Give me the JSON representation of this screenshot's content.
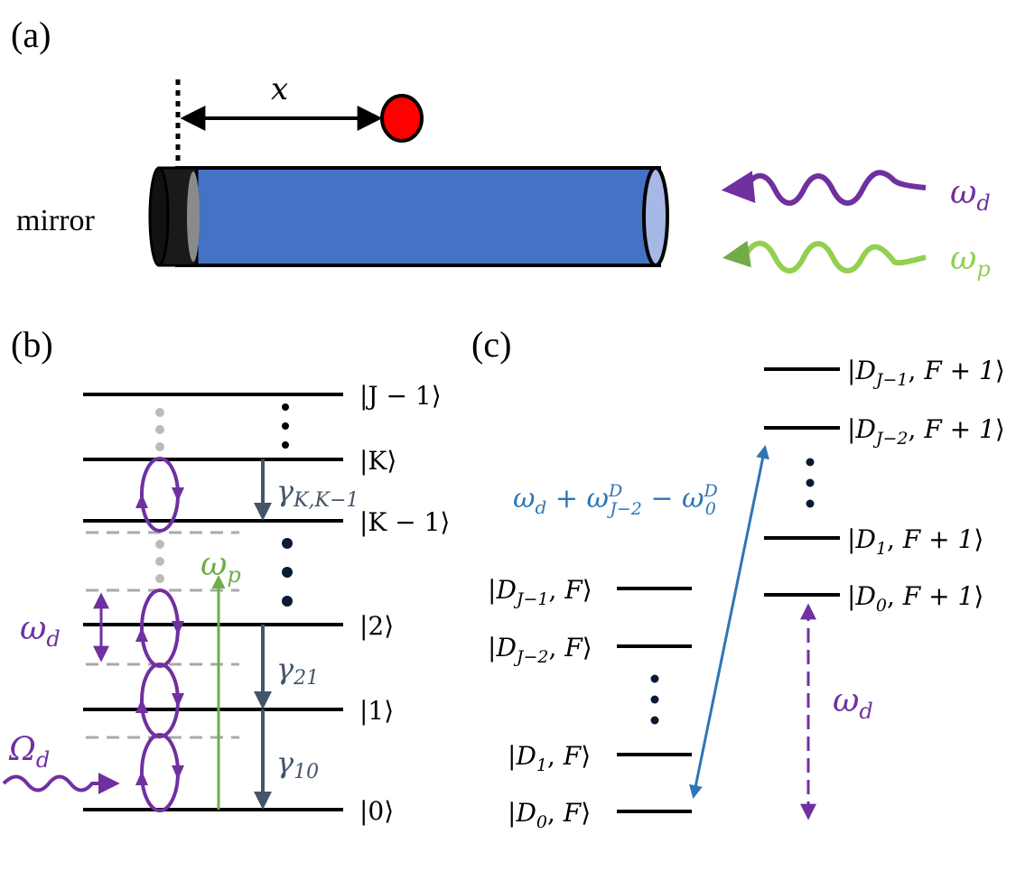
{
  "colors": {
    "fiber": "#4472c4",
    "fiber_end": "#a5b8e6",
    "mirror": "#1a1a1a",
    "atom": "#ff0000",
    "drive": "#7030a0",
    "probe": "#92d050",
    "probe_arrow": "#70ad47",
    "decay": "#44546a",
    "dashed": "#aaaaaa",
    "transition_c": "#2e75b6",
    "text_c_blue": "#2e75b6"
  },
  "panel_a": {
    "label": "(a)",
    "mirror_label": "mirror",
    "distance_label": "x",
    "drive_label": "ω",
    "drive_sub": "d",
    "probe_label": "ω",
    "probe_sub": "p"
  },
  "panel_b": {
    "label": "(b)",
    "levels": [
      "|J − 1⟩",
      "|K⟩",
      "|K − 1⟩",
      "|2⟩",
      "|1⟩",
      "|0⟩"
    ],
    "decay_labels": [
      {
        "sym": "γ",
        "sub": "K,K−1"
      },
      {
        "sym": "γ",
        "sub": "21"
      },
      {
        "sym": "γ",
        "sub": "10"
      }
    ],
    "drive_freq": {
      "sym": "ω",
      "sub": "d"
    },
    "probe_freq": {
      "sym": "ω",
      "sub": "p"
    },
    "rabi": {
      "sym": "Ω",
      "sub": "d"
    }
  },
  "panel_c": {
    "label": "(c)",
    "left_levels": [
      {
        "d": "D",
        "dsub": "J−1",
        "f": "F"
      },
      {
        "d": "D",
        "dsub": "J−2",
        "f": "F"
      },
      {
        "d": "D",
        "dsub": "1",
        "f": "F"
      },
      {
        "d": "D",
        "dsub": "0",
        "f": "F"
      }
    ],
    "right_levels": [
      {
        "d": "D",
        "dsub": "J−1",
        "f": "F + 1"
      },
      {
        "d": "D",
        "dsub": "J−2",
        "f": "F + 1"
      },
      {
        "d": "D",
        "dsub": "1",
        "f": "F + 1"
      },
      {
        "d": "D",
        "dsub": "0",
        "f": "F + 1"
      }
    ],
    "transition_label": {
      "a": "ω",
      "a_sub": "d",
      "plus": " + ω",
      "b_sup": "D",
      "b_sub": "J−2",
      "minus": " − ω",
      "c_sup": "D",
      "c_sub": "0"
    },
    "drive_label": {
      "sym": "ω",
      "sub": "d"
    }
  }
}
